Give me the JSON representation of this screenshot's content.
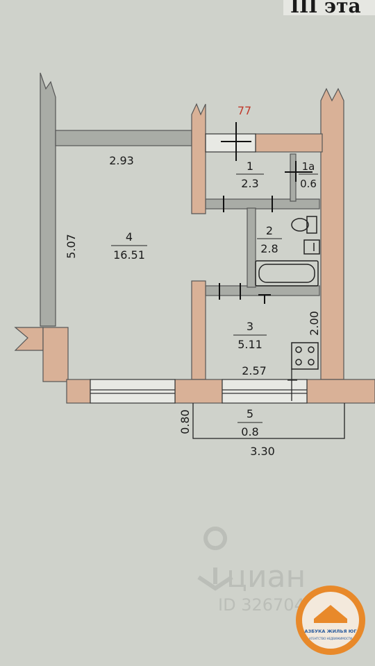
{
  "header": {
    "floor_label": "III эта"
  },
  "apartment_number": "77",
  "rooms": [
    {
      "number": "1",
      "area": "2.3"
    },
    {
      "number": "1а",
      "area": "0.6"
    },
    {
      "number": "2",
      "area": "2.8"
    },
    {
      "number": "3",
      "area": "5.11"
    },
    {
      "number": "4",
      "area": "16.51"
    },
    {
      "number": "5",
      "area": "0.8"
    }
  ],
  "dimensions": {
    "room4_width": "2.93",
    "room4_length": "5.07",
    "kitchen_depth": "2.00",
    "kitchen_width": "2.57",
    "balcony_depth": "0.80",
    "balcony_width": "3.30"
  },
  "watermark": {
    "brand": "циан",
    "listing_id": "ID 326704721",
    "agency_name": "АЗБУКА ЖИЛЬЯ ЮГ",
    "agency_subtitle": "АГЕНТСТВО НЕДВИЖИМОСТИ"
  },
  "colors": {
    "background": "#cfd2cb",
    "wall_tan": "#d9b197",
    "wall_gray": "#a9aca6",
    "line": "#222222",
    "apartment_number": "#c0392b",
    "badge_orange": "#e8892a"
  }
}
